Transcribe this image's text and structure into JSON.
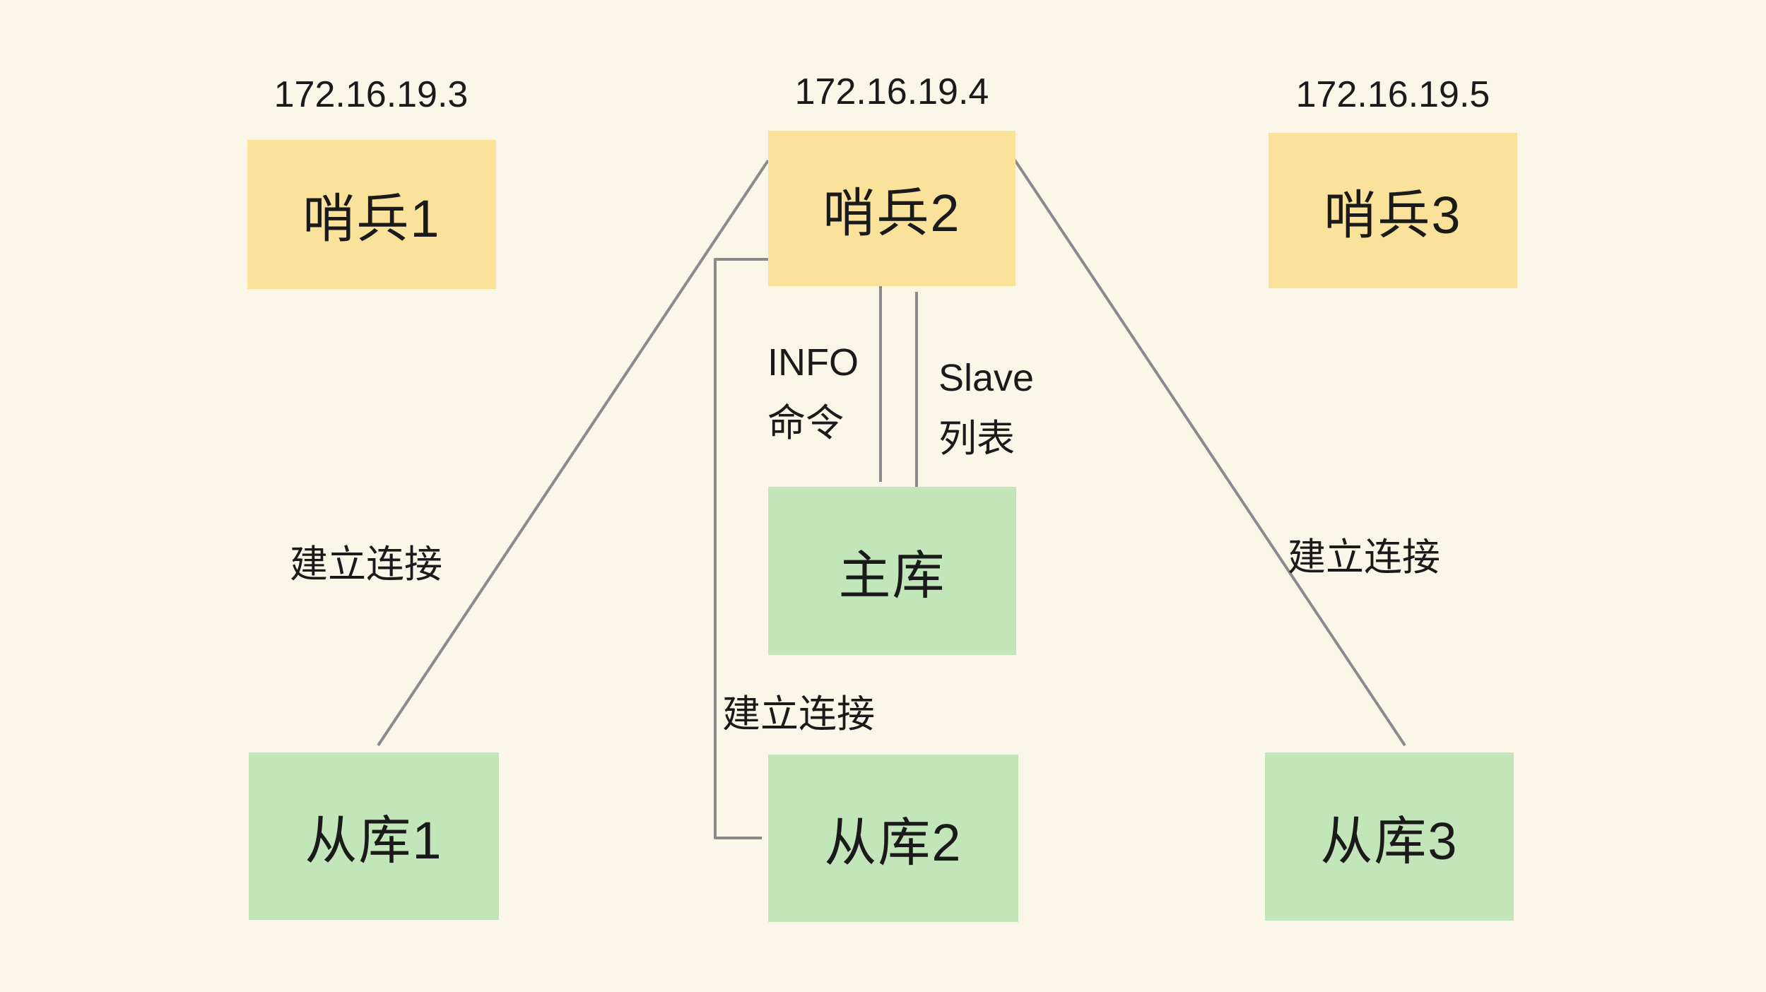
{
  "canvas": {
    "background": "#FAF7E8"
  },
  "colors": {
    "sentinel_fill": "#FBE29B",
    "db_fill": "#C2E5B9",
    "connector": "#8A8A8A",
    "text": "#1A1A1A"
  },
  "nodes": {
    "sentinel1": {
      "label": "哨兵1",
      "ip": "172.16.19.3"
    },
    "sentinel2": {
      "label": "哨兵2",
      "ip": "172.16.19.4"
    },
    "sentinel3": {
      "label": "哨兵3",
      "ip": "172.16.19.5"
    },
    "master": {
      "label": "主库"
    },
    "slave1": {
      "label": "从库1"
    },
    "slave2": {
      "label": "从库2"
    },
    "slave3": {
      "label": "从库3"
    }
  },
  "edge_labels": {
    "info_command": {
      "line1": "INFO",
      "line2": "命令"
    },
    "slave_list": {
      "line1": "Slave",
      "line2": "列表"
    },
    "connect_left": "建立连接",
    "connect_middle": "建立连接",
    "connect_right": "建立连接"
  }
}
